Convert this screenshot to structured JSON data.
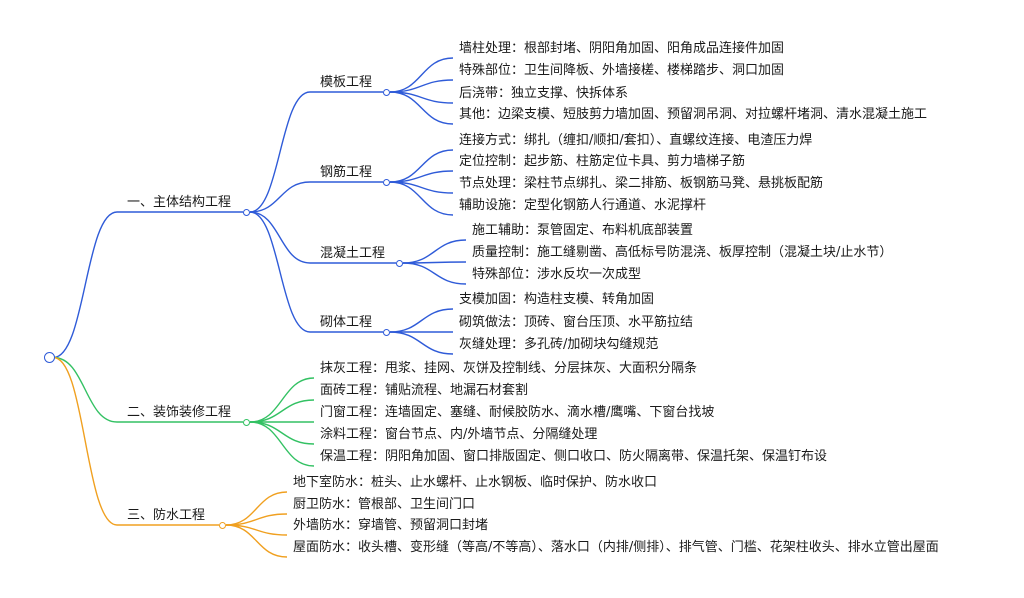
{
  "colors": {
    "struct": "#2f5bd8",
    "decor": "#33c163",
    "water": "#f0a020"
  },
  "branches": [
    {
      "label": "一、主体结构工程",
      "color": "struct",
      "subs": [
        {
          "label": "模板工程",
          "items": [
            "墙柱处理：根部封堵、阴阳角加固、阳角成品连接件加固",
            "特殊部位：卫生间降板、外墙接槎、楼梯踏步、洞口加固",
            "后浇带：独立支撑、快拆体系",
            "其他：边梁支模、短肢剪力墙加固、预留洞吊洞、对拉螺杆堵洞、清水混凝土施工"
          ]
        },
        {
          "label": "钢筋工程",
          "items": [
            "连接方式：绑扎（缠扣/顺扣/套扣）、直螺纹连接、电渣压力焊",
            "定位控制：起步筋、柱筋定位卡具、剪力墙梯子筋",
            "节点处理：梁柱节点绑扎、梁二排筋、板钢筋马凳、悬挑板配筋",
            "辅助设施：定型化钢筋人行通道、水泥撑杆"
          ]
        },
        {
          "label": "混凝土工程",
          "items": [
            "施工辅助：泵管固定、布料机底部装置",
            "质量控制：施工缝剔凿、高低标号防混浇、板厚控制（混凝土块/止水节）",
            "特殊部位：涉水反坎一次成型"
          ]
        },
        {
          "label": "砌体工程",
          "items": [
            "支模加固：构造柱支模、转角加固",
            "砌筑做法：顶砖、窗台压顶、水平筋拉结",
            "灰缝处理：多孔砖/加砌块勾缝规范"
          ]
        }
      ]
    },
    {
      "label": "二、装饰装修工程",
      "color": "decor",
      "leaves": [
        "抹灰工程：甩浆、挂网、灰饼及控制线、分层抹灰、大面积分隔条",
        "面砖工程：铺贴流程、地漏石材套割",
        "门窗工程：连墙固定、塞缝、耐候胶防水、滴水槽/鹰嘴、下窗台找坡",
        "涂料工程：窗台节点、内/外墙节点、分隔缝处理",
        "保温工程：阴阳角加固、窗口排版固定、侧口收口、防火隔离带、保温托架、保温钉布设"
      ]
    },
    {
      "label": "三、防水工程",
      "color": "water",
      "leaves": [
        "地下室防水：桩头、止水螺杆、止水钢板、临时保护、防水收口",
        "厨卫防水：管根部、卫生间门口",
        "外墙防水：穿墙管、预留洞口封堵",
        "屋面防水：收头槽、变形缝（等高/不等高）、落水口（内排/侧排）、排气管、门槛、花架柱收头、排水立管出屋面"
      ]
    }
  ]
}
